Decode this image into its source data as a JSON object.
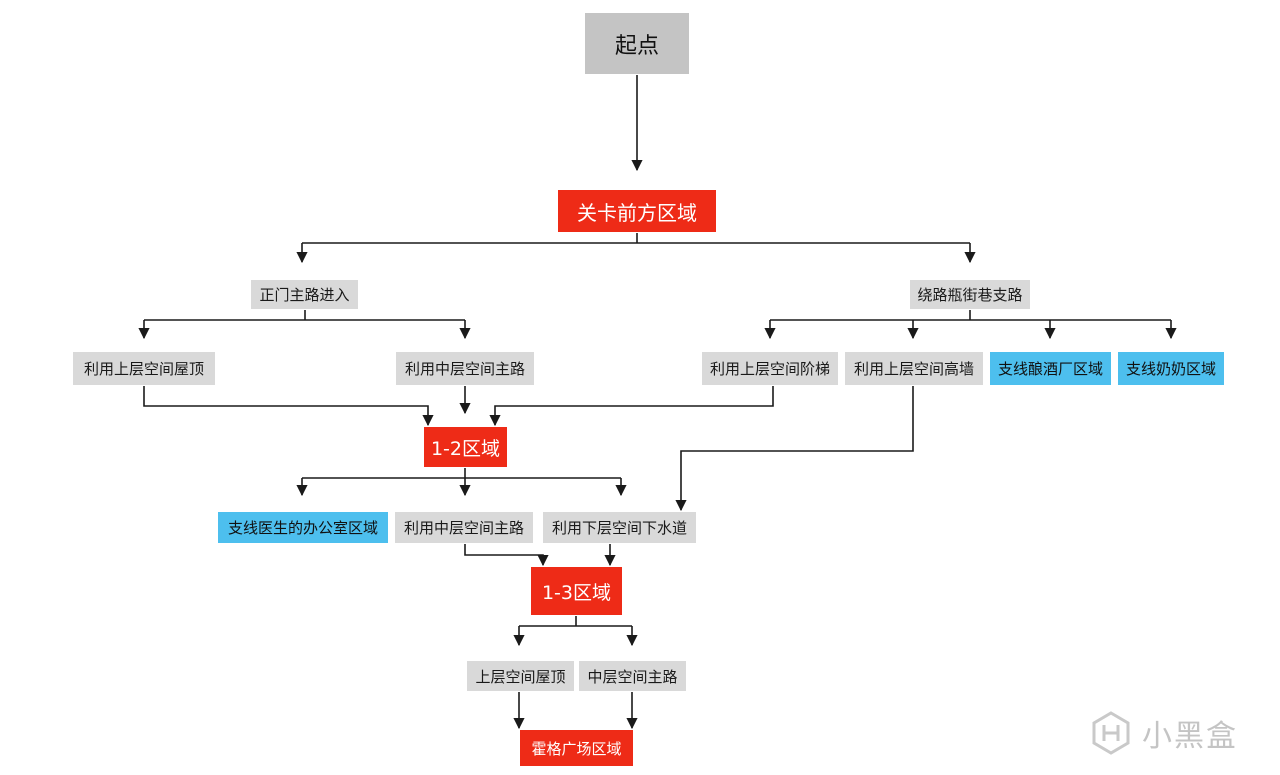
{
  "diagram": {
    "start": "起点",
    "front": "关卡前方区域",
    "main_entry": "正门主路进入",
    "alley": "绕路瓶街巷支路",
    "a_roof": "利用上层空间屋顶",
    "a_mid": "利用中层空间主路",
    "b_stairs": "利用上层空间阶梯",
    "b_wall": "利用上层空间高墙",
    "b_brewery": "支线酿酒厂区域",
    "b_grandma": "支线奶奶区域",
    "zone_1_2": "1-2区域",
    "c_doctor": "支线医生的办公室区域",
    "c_mid": "利用中层空间主路",
    "c_sewer": "利用下层空间下水道",
    "zone_1_3": "1-3区域",
    "d_roof": "上层空间屋顶",
    "d_mid": "中层空间主路",
    "hogg": "霍格广场区域"
  },
  "colors": {
    "red": "#ee2b17",
    "blue": "#4dbfee",
    "gray": "#d9d9d9",
    "start_gray": "#c4c4c4",
    "line": "#1a1a1a"
  },
  "watermark": {
    "text": "小黑盒",
    "icon": "xiaoheihe-logo-icon"
  }
}
